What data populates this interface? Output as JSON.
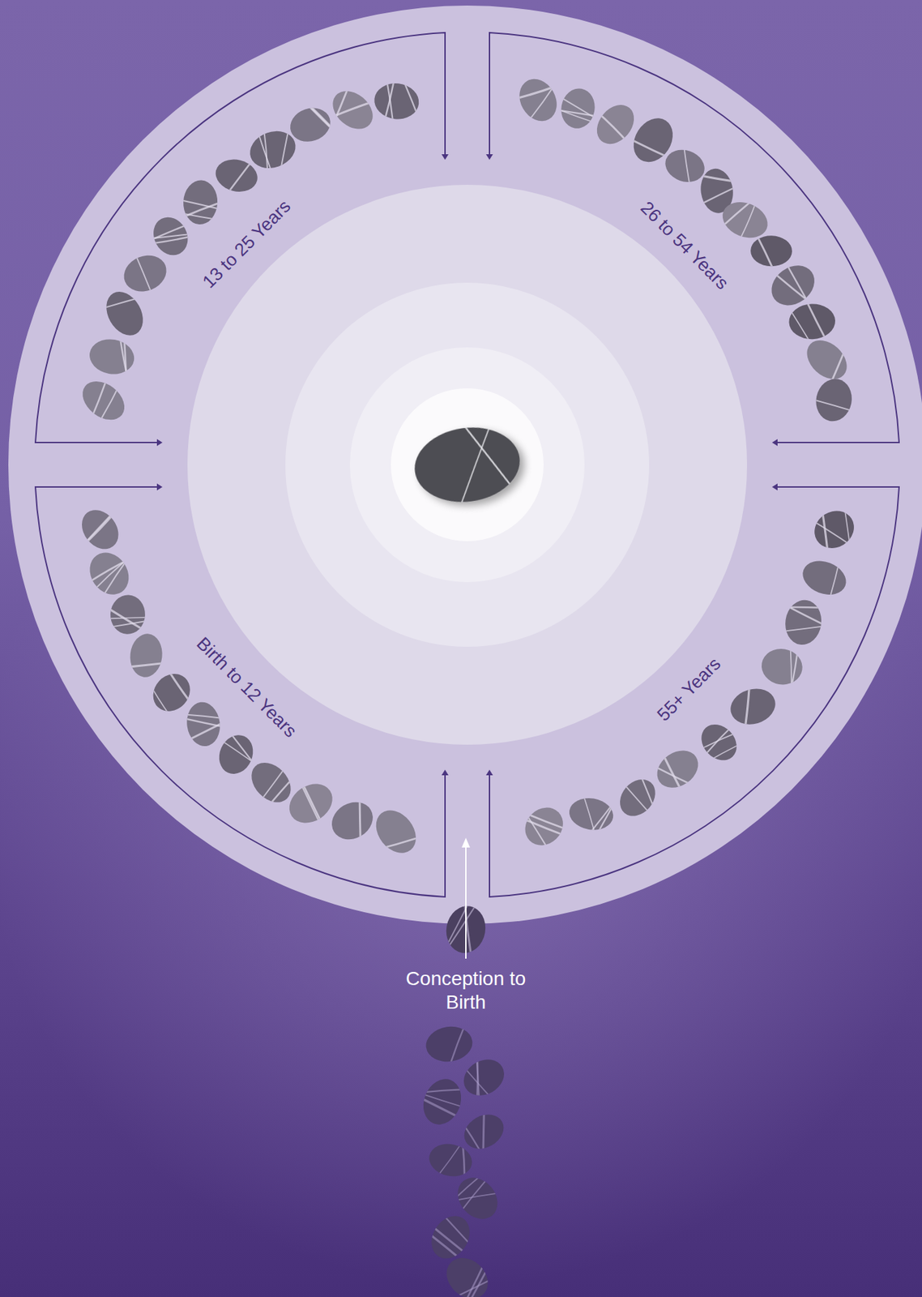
{
  "diagram": {
    "nodes": [
      {
        "text": [
          "13 to 25 Years"
        ]
      },
      {
        "text": [
          "26 to 54 Years"
        ]
      },
      {
        "text": [
          "Birth to 12 Years"
        ]
      },
      {
        "text": [
          "55+ Years"
        ]
      }
    ],
    "labels": [
      "Conception to Birth"
    ]
  }
}
